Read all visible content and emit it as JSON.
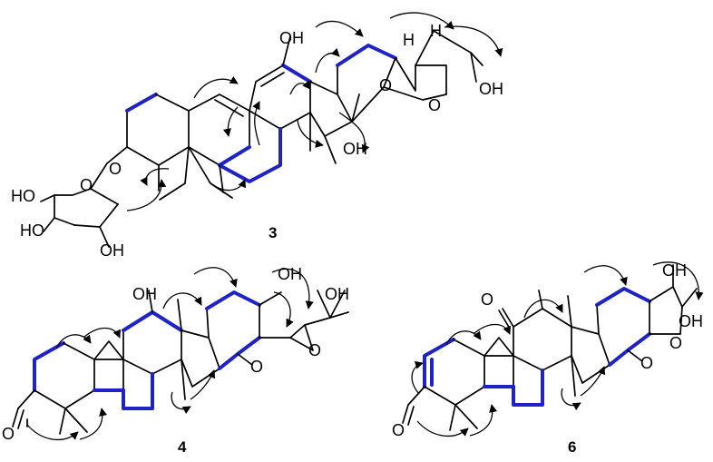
{
  "colors": {
    "bond": "#000000",
    "cosy_bond": "#1f23c4",
    "background": "#ffffff"
  },
  "compounds": [
    {
      "id": "3",
      "labels": {
        "oh_12": "OH",
        "h_24": "H",
        "h_22": "H",
        "o_ring": "O",
        "o_ring2": "O",
        "oh_25": "OH",
        "oh_16": "OH",
        "o_glyco": "O",
        "o_sugar": "O",
        "ho_1": "HO",
        "ho_2": "HO",
        "oh_sugar": "OH"
      }
    },
    {
      "id": "4",
      "labels": {
        "oh_11": "OH",
        "oh_23": "OH",
        "oh_25": "OH",
        "o_16": "O",
        "o_24": "O",
        "o_3": "O"
      }
    },
    {
      "id": "6",
      "labels": {
        "o_12": "O",
        "oh_23": "OH",
        "oh_25": "OH",
        "o_16": "O",
        "o_24": "O",
        "o_3": "O"
      }
    }
  ]
}
